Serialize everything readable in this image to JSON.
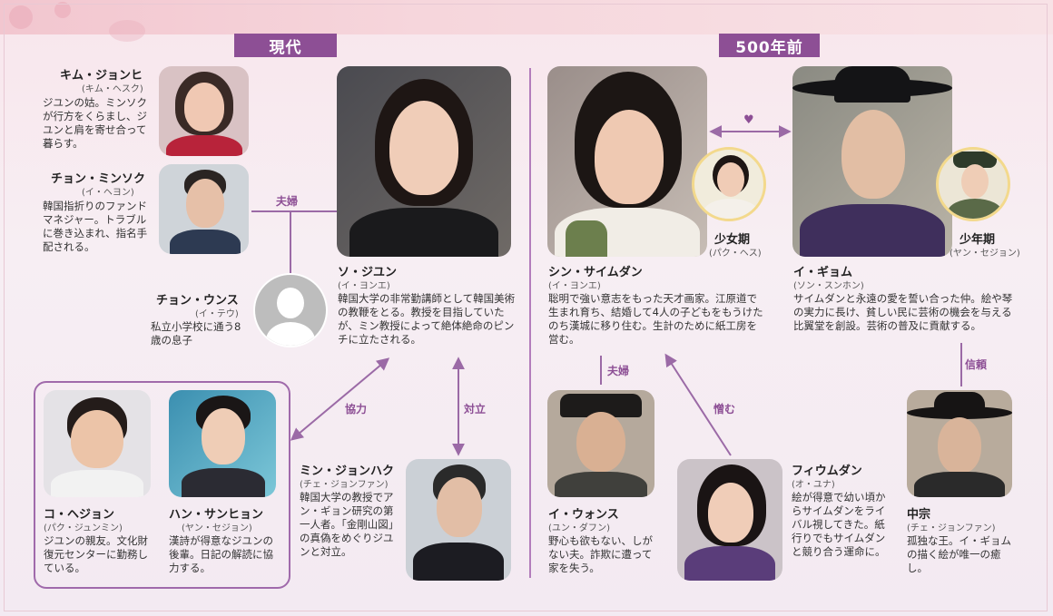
{
  "headers": {
    "present": "現代",
    "past": "500年前"
  },
  "relations": {
    "fuufu1": "夫婦",
    "kyouryoku": "協力",
    "tairitsu": "対立",
    "fuufu2": "夫婦",
    "nikumu": "憎む",
    "shinrai": "信頼",
    "heart": "♥"
  },
  "characters": {
    "kim": {
      "name": "キム・ジョンヒ",
      "actor": "(キム・ヘスク)",
      "desc": "ジユンの姑。ミンソクが行方をくらまし、ジユンと肩を寄せ合って暮らす。"
    },
    "min_seok": {
      "name": "チョン・ミンソク",
      "actor": "(イ・ヘヨン)",
      "desc": "韓国指折りのファンドマネジャー。トラブルに巻き込まれ、指名手配される。"
    },
    "wuns": {
      "name": "チョン・ウンス",
      "actor": "(イ・テウ)",
      "desc": "私立小学校に通う8歳の息子"
    },
    "jiyun": {
      "name": "ソ・ジユン",
      "actor": "(イ・ヨンエ)",
      "desc": "韓国大学の非常勤講師として韓国美術の教鞭をとる。教授を目指していたが、ミン教授によって絶体絶命のピンチに立たされる。"
    },
    "hejin": {
      "name": "コ・ヘジョン",
      "actor": "(パク・ジュンミン)",
      "desc": "ジユンの親友。文化財復元センターに勤務している。"
    },
    "sanhyon": {
      "name": "ハン・サンヒョン",
      "actor": "(ヤン・セジョン)",
      "desc": "漢詩が得意なジユンの後輩。日記の解読に協力する。"
    },
    "min_jonghak": {
      "name": "ミン・ジョンハク",
      "actor": "(チェ・ジョンファン)",
      "desc": "韓国大学の教授でアン・ギョン研究の第一人者。「金剛山図」の真偽をめぐりジユンと対立。"
    },
    "saimdang": {
      "name": "シン・サイムダン",
      "actor": "(イ・ヨンエ)",
      "desc": "聡明で強い意志をもった天才画家。江原道で生まれ育ち、結婚して4人の子どもをもうけたのち漢城に移り住む。生計のために紙工房を営む。"
    },
    "girl": {
      "name": "少女期",
      "actor": "(パク・ヘス)"
    },
    "gyom": {
      "name": "イ・ギョム",
      "actor": "(ソン・スンホン)",
      "desc": "サイムダンと永遠の愛を誓い合った仲。絵や琴の実力に長け、貧しい民に芸術の機会を与える比翼堂を創設。芸術の普及に貢献する。"
    },
    "boy": {
      "name": "少年期",
      "actor": "(ヤン・セジョン)"
    },
    "wons": {
      "name": "イ・ウォンス",
      "actor": "(ユン・ダフン)",
      "desc": "野心も欲もない、しがない夫。詐欺に遭って家を失う。"
    },
    "fiumdang": {
      "name": "フィウムダン",
      "actor": "(オ・ユナ)",
      "desc": "絵が得意で幼い頃からサイムダンをライバル視してきた。紙行りでもサイムダンと競り合う運命に。"
    },
    "chungjong": {
      "name": "中宗",
      "actor": "(チェ・ジョンファン)",
      "desc": "孤独な王。イ・ギョムの描く絵が唯一の癒し。"
    }
  },
  "colors": {
    "accent": "#8d4f95",
    "line": "#9b6aa6",
    "pink": "#f2c6cf"
  }
}
